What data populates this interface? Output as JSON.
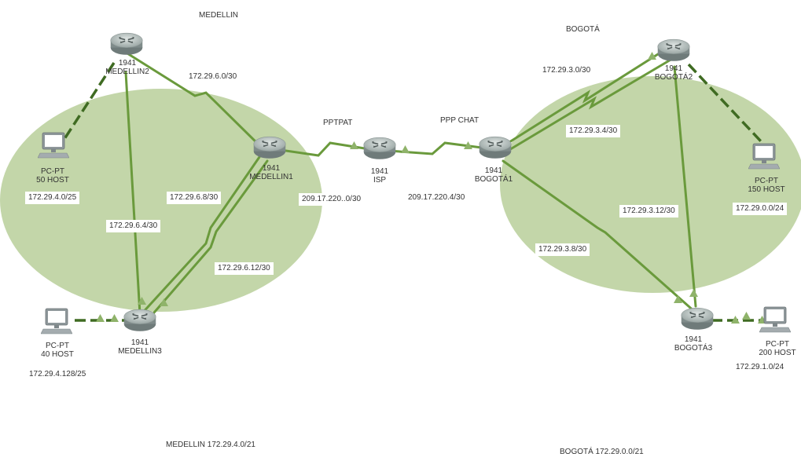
{
  "regions": {
    "medellin_title": "MEDELLIN",
    "bogota_title": "BOGOTÁ",
    "medellin_summary": "MEDELLIN 172.29.4.0/21",
    "bogota_summary": "BOGOTÁ 172.29.0.0/21"
  },
  "links": {
    "pptpat": "PPTPAT",
    "pppchat": "PPP CHAT"
  },
  "devices": {
    "medellin1": {
      "model": "1941",
      "name": "MEDELLIN1"
    },
    "medellin2": {
      "model": "1941",
      "name": "MEDELLIN2"
    },
    "medellin3": {
      "model": "1941",
      "name": "MEDELLIN3"
    },
    "isp": {
      "model": "1941",
      "name": "ISP"
    },
    "bogota1": {
      "model": "1941",
      "name": "BOGOTÁ1"
    },
    "bogota2": {
      "model": "1941",
      "name": "BOGOTÁ2"
    },
    "bogota3": {
      "model": "1941",
      "name": "BOGOTÁ3"
    },
    "pc_m2": {
      "type": "PC-PT",
      "hosts": "50 HOST"
    },
    "pc_m3": {
      "type": "PC-PT",
      "hosts": "40 HOST"
    },
    "pc_b2": {
      "type": "PC-PT",
      "hosts": "150 HOST"
    },
    "pc_b3": {
      "type": "PC-PT",
      "hosts": "200 HOST"
    }
  },
  "networks": {
    "m2_m1": "172.29.6.0/30",
    "m2_lan": "172.29.4.0/25",
    "m2_m3": "172.29.6.4/30",
    "m1_m3_a": "172.29.6.8/30",
    "m1_m3_b": "172.29.6.12/30",
    "m3_lan": "172.29.4.128/25",
    "m1_isp": "209.17.220..0/30",
    "isp_b1": "209.17.220.4/30",
    "b1_b2_a": "172.29.3.0/30",
    "b1_b2_b": "172.29.3.4/30",
    "b2_lan": "172.29.0.0/24",
    "b2_b3": "172.29.3.12/30",
    "b1_b3": "172.29.3.8/30",
    "b3_lan": "172.29.1.0/24"
  },
  "colors": {
    "area": "#c3d6a9",
    "link": "#6a9a3c",
    "router_body": "#7f8b8a",
    "router_top": "#b9c3c1",
    "pc": "#8a9296",
    "screen": "#ffffff",
    "label_text": "#333333"
  },
  "icons": {
    "router": "router-icon",
    "pc": "pc-icon",
    "link_end": "link-status-triangle-icon"
  }
}
